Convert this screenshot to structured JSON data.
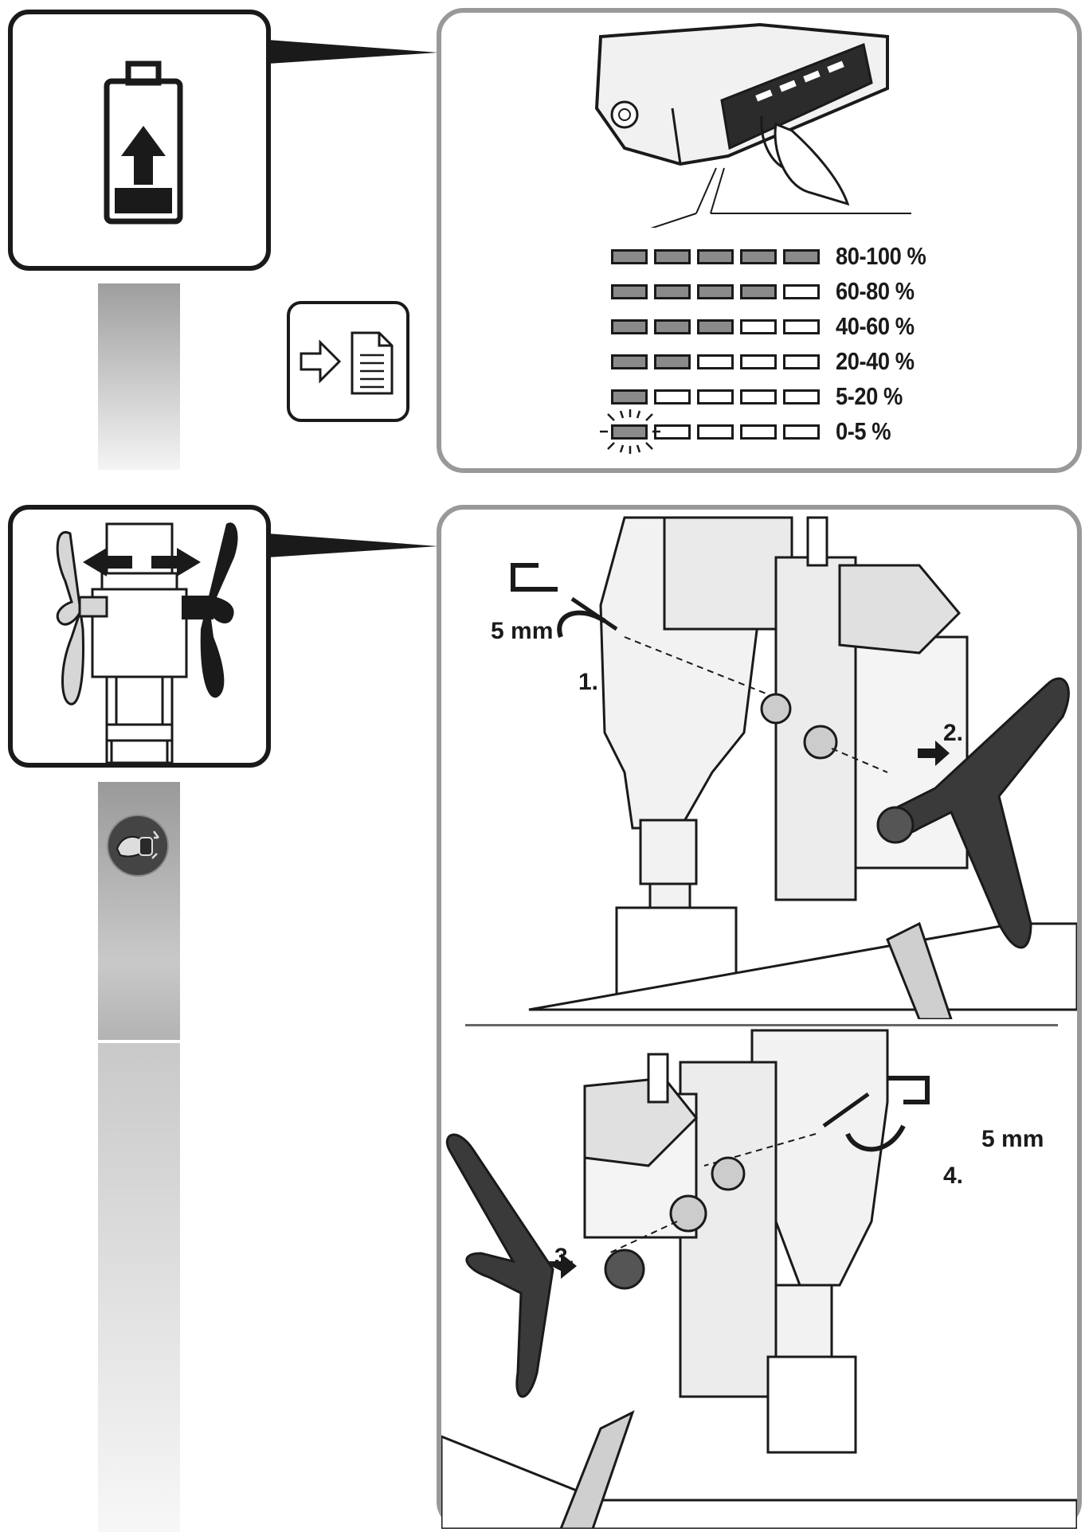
{
  "battery_indicator": {
    "levels": [
      {
        "label": "80-100 %",
        "filled": 5,
        "of": 5
      },
      {
        "label": "60-80 %",
        "filled": 4,
        "of": 5
      },
      {
        "label": "40-60 %",
        "filled": 3,
        "of": 5
      },
      {
        "label": "20-40 %",
        "filled": 2,
        "of": 5
      },
      {
        "label": "5-20 %",
        "filled": 1,
        "of": 5
      },
      {
        "label": "0-5 %",
        "filled": 1,
        "of": 5,
        "blinking": true
      }
    ]
  },
  "handle_steps": {
    "top": {
      "size_label": "5 mm",
      "step1": "1.",
      "step2": "2."
    },
    "bottom": {
      "step3": "3.",
      "size_label": "5 mm",
      "step4": "4."
    }
  },
  "icons": [
    "battery-charge-icon",
    "see-manual-icon",
    "handle-switch-icon",
    "handle-round-icon"
  ],
  "colors": {
    "frame": "#1a1a1a",
    "panel_border": "#999999",
    "segment_on": "#8a8a8a"
  }
}
